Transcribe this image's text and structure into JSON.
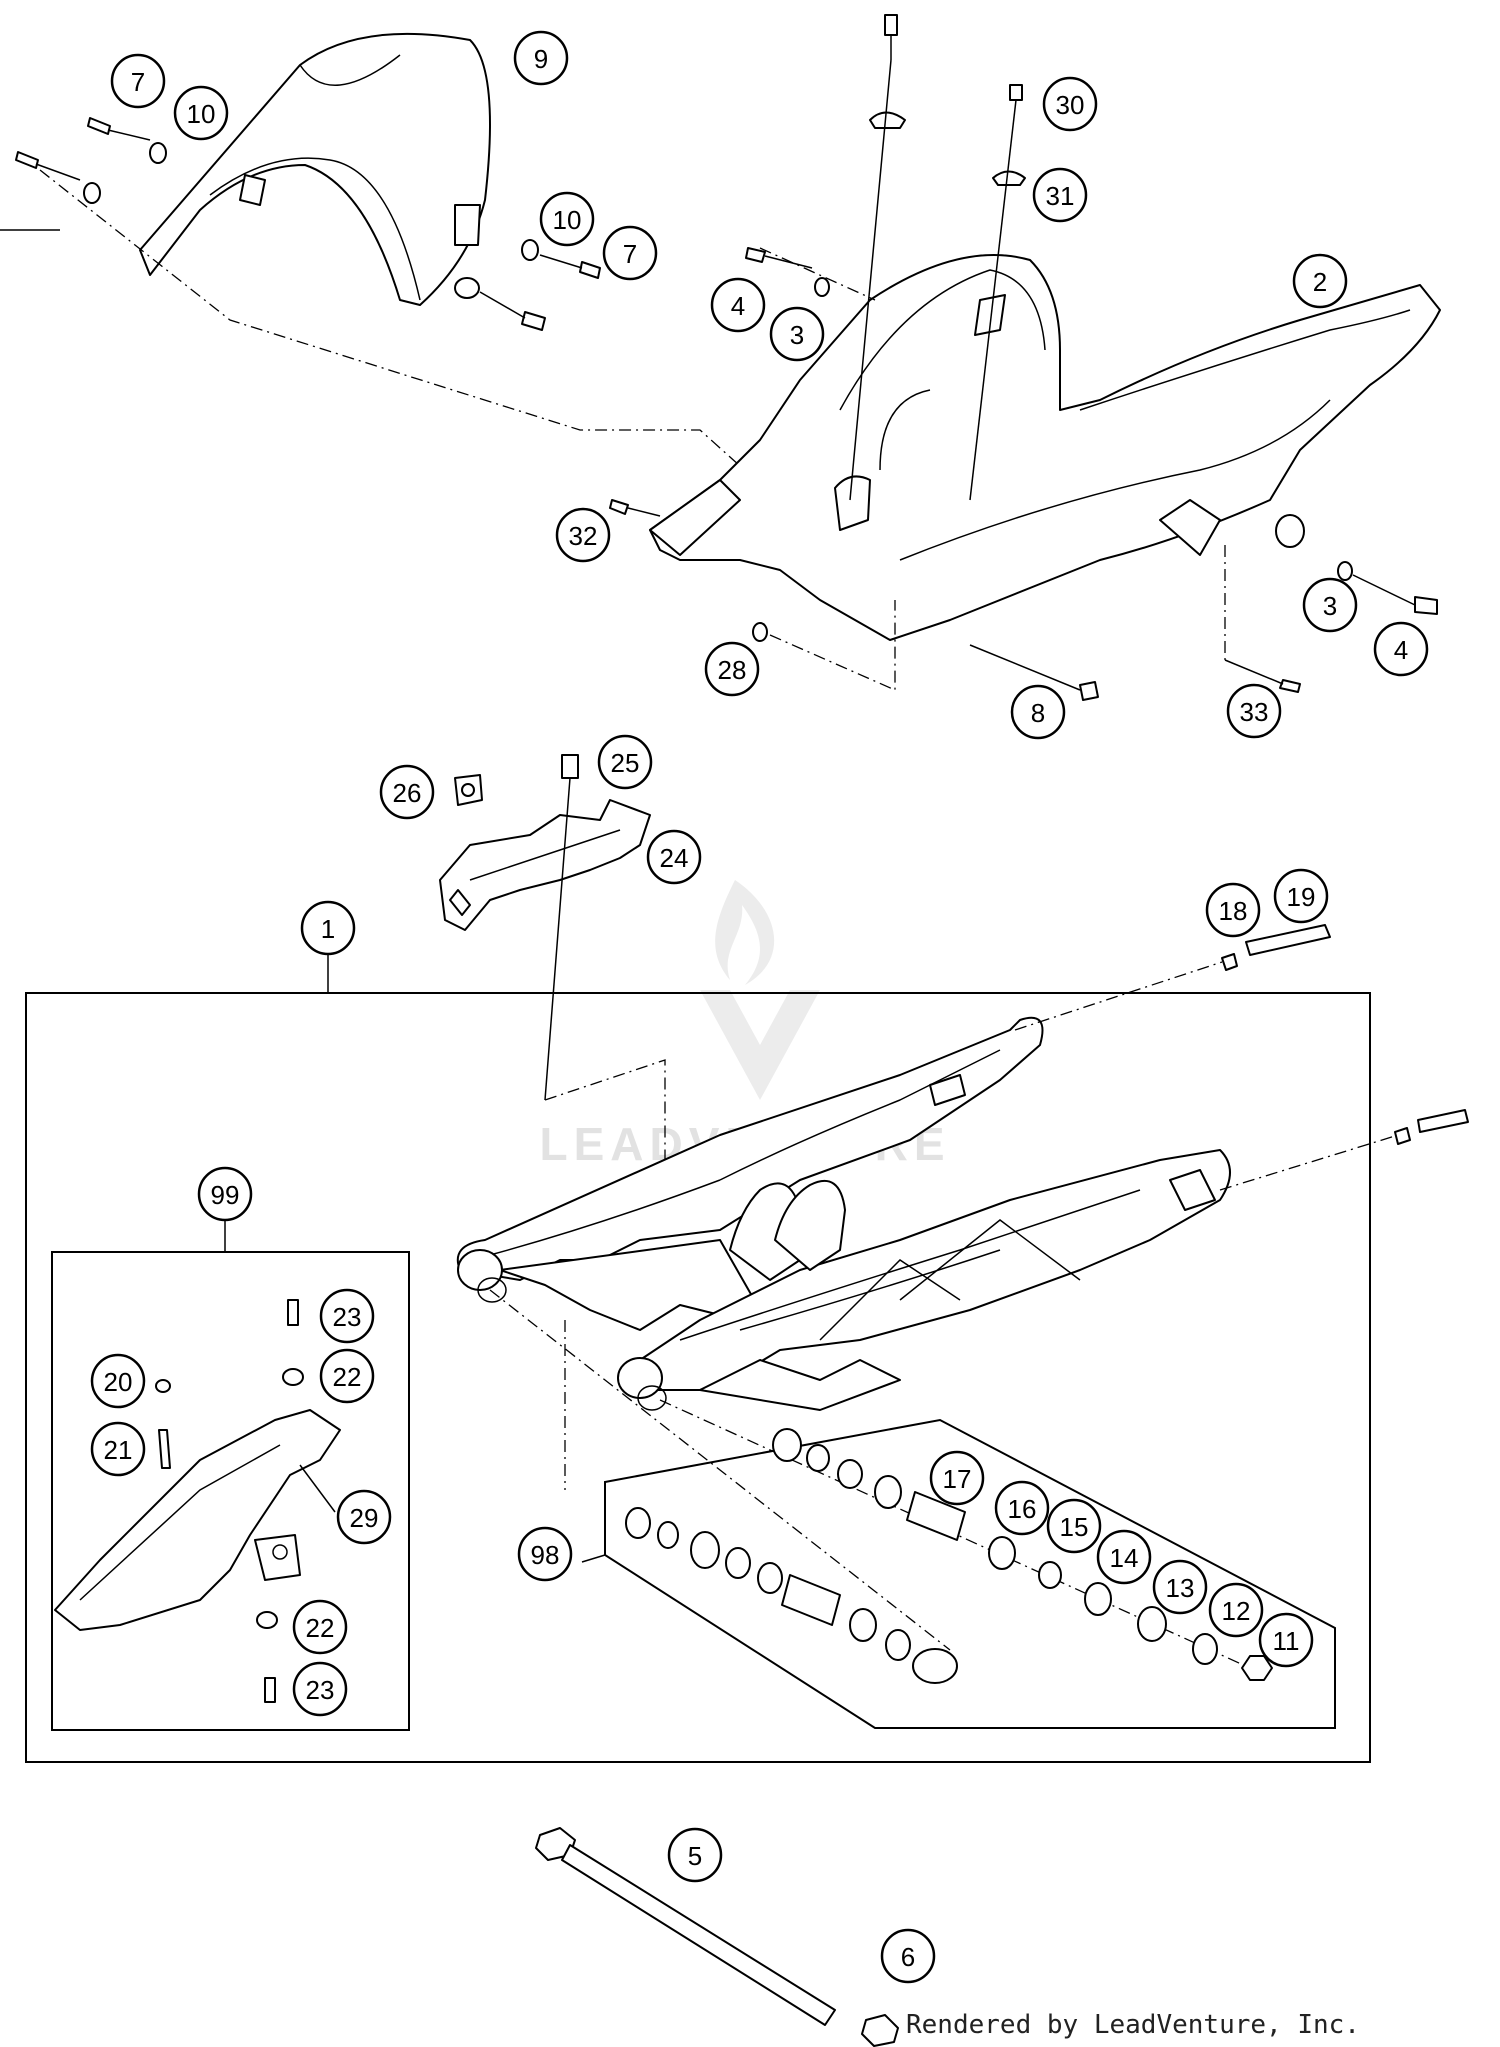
{
  "watermark": "LEADVENTURE",
  "footer": "Rendered by LeadVenture, Inc.",
  "callouts": {
    "c1": "1",
    "c2": "2",
    "c3a": "3",
    "c3b": "3",
    "c4a": "4",
    "c4b": "4",
    "c5": "5",
    "c6": "6",
    "c7a": "7",
    "c7b": "7",
    "c8": "8",
    "c9": "9",
    "c10a": "10",
    "c10b": "10",
    "c11": "11",
    "c12": "12",
    "c13": "13",
    "c14": "14",
    "c15": "15",
    "c16": "16",
    "c17": "17",
    "c18": "18",
    "c19": "19",
    "c20": "20",
    "c21": "21",
    "c22a": "22",
    "c22b": "22",
    "c23a": "23",
    "c23b": "23",
    "c24": "24",
    "c25": "25",
    "c26": "26",
    "c28": "28",
    "c29": "29",
    "c30": "30",
    "c31": "31",
    "c32": "32",
    "c33": "33",
    "c98": "98",
    "c99": "99"
  }
}
